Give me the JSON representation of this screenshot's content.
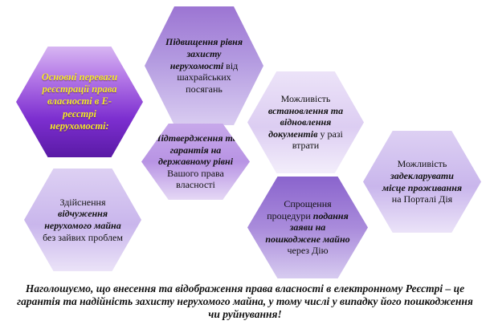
{
  "hexagons": [
    {
      "id": "main",
      "parts": [
        {
          "text": "Основні переваги реєстрації права власності в Е-реєстрі нерухомості:",
          "emph": true
        }
      ]
    },
    {
      "id": "security",
      "parts": [
        {
          "text": "Підвищення рівня захисту нерухомості",
          "emph": true
        },
        {
          "text": " від шахрайських посягань",
          "emph": false
        }
      ]
    },
    {
      "id": "confirmation",
      "parts": [
        {
          "text": "Підтвердження та гарантія на державному рівні",
          "emph": true
        },
        {
          "text": " Вашого права власності",
          "emph": false
        }
      ]
    },
    {
      "id": "restore",
      "parts": [
        {
          "text": "Можливість ",
          "emph": false
        },
        {
          "text": "встановлення та відновлення документів",
          "emph": true
        },
        {
          "text": " у разі втрати",
          "emph": false
        }
      ]
    },
    {
      "id": "alienation",
      "parts": [
        {
          "text": "Здійснення ",
          "emph": false
        },
        {
          "text": "відчуження нерухомого майна",
          "emph": true
        },
        {
          "text": " без зайвих проблем",
          "emph": false
        }
      ]
    },
    {
      "id": "damage",
      "parts": [
        {
          "text": "Спрощення процедури ",
          "emph": false
        },
        {
          "text": "подання заяви на пошкоджене майно",
          "emph": true
        },
        {
          "text": " через Дію",
          "emph": false
        }
      ]
    },
    {
      "id": "residence",
      "parts": [
        {
          "text": "Можливість ",
          "emph": false
        },
        {
          "text": "задекларувати місце проживання",
          "emph": true
        },
        {
          "text": " на Порталі Дія",
          "emph": false
        }
      ]
    }
  ],
  "caption": "Наголошуємо, що внесення та відображення права власності в електронному Реєстрі – це гарантія та надійність захисту нерухомого майна, у тому числі у випадку його пошкодження чи руйнування!"
}
